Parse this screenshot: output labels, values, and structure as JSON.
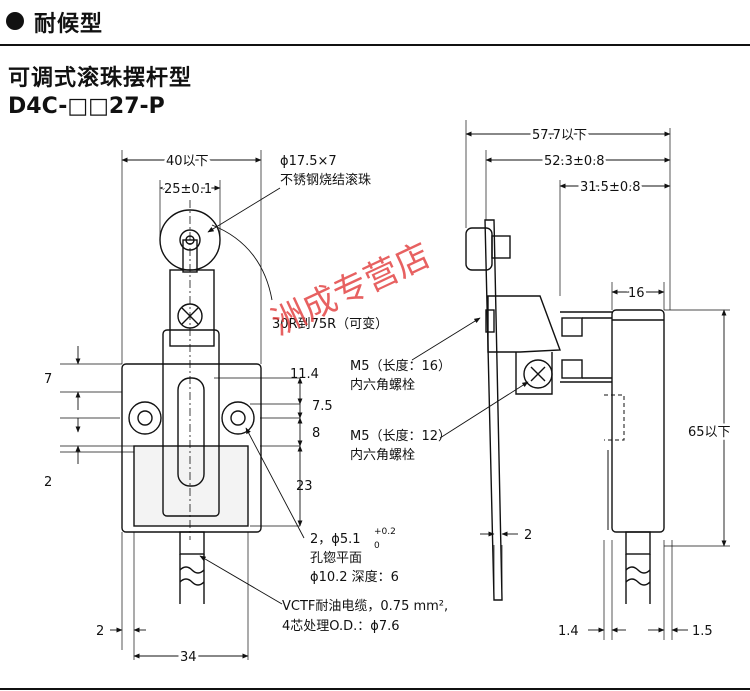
{
  "header": {
    "title": "耐候型"
  },
  "subtitle": {
    "line1": "可调式滚珠摆杆型",
    "model": "D4C-□□27-P"
  },
  "front_view": {
    "dims": {
      "width_top": "40以下",
      "pitch_roller": "25±0.1",
      "d7": "7",
      "d11_4": "11.4",
      "d7_5": "7.5",
      "d8": "8",
      "d2_left": "2",
      "d23": "23",
      "d2_bottom": "2",
      "d34": "34"
    },
    "notes": {
      "roller_1": "ϕ17.5×7",
      "roller_2": "不锈钢烧结滚珠",
      "radius": "30R到75R（可变）",
      "hole_1": "2，ϕ5.1",
      "hole_tol_top": "+0.2",
      "hole_tol_bot": "0",
      "hole_2": "孔锪平面",
      "hole_3": "ϕ10.2 深度：6",
      "cable_1": "VCTF耐油电缆，0.75 mm²,",
      "cable_2": "4芯处理O.D.：ϕ7.6"
    }
  },
  "side_view": {
    "dims": {
      "d57_7": "57.7以下",
      "d52_3": "52.3±0.8",
      "d31_5": "31.5±0.8",
      "d16": "16",
      "d65": "65以下",
      "d2": "2",
      "d1_4": "1.4",
      "d1_5": "1.5"
    },
    "notes": {
      "m5_16_1": "M5（长度：16）",
      "m5_16_2": "内六角螺栓",
      "m5_12_1": "M5（长度：12）",
      "m5_12_2": "内六角螺栓"
    }
  },
  "watermark": "洲成专营店"
}
